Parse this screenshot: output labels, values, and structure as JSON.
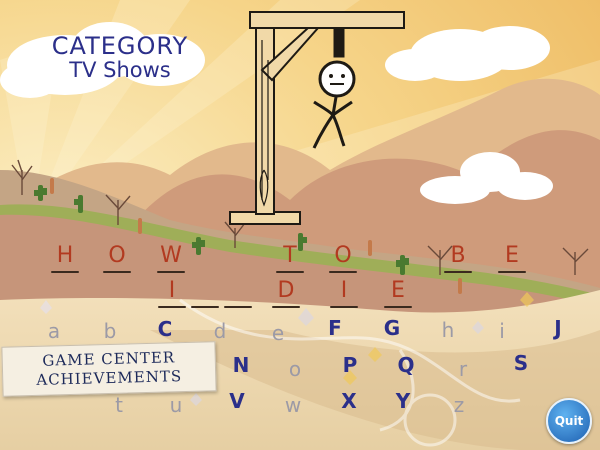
{
  "category": {
    "title": "CATEGORY",
    "value": "TV Shows"
  },
  "puzzle": {
    "line1": [
      {
        "slot": "H",
        "show": true
      },
      {
        "slot": "O",
        "show": true
      },
      {
        "slot": "W",
        "show": true
      },
      {
        "slot": "T",
        "show": true
      },
      {
        "slot": "O",
        "show": true
      },
      {
        "slot": "B",
        "show": true
      },
      {
        "slot": "E",
        "show": true
      }
    ],
    "line2": [
      {
        "slot": "I",
        "show": true
      },
      {
        "slot": "",
        "show": false
      },
      {
        "slot": "",
        "show": false
      },
      {
        "slot": "D",
        "show": true
      },
      {
        "slot": "I",
        "show": true
      },
      {
        "slot": "E",
        "show": true
      }
    ]
  },
  "keyboard": {
    "keys": [
      {
        "letter": "a",
        "state": "used"
      },
      {
        "letter": "b",
        "state": "used"
      },
      {
        "letter": "C",
        "state": "avail"
      },
      {
        "letter": "d",
        "state": "used"
      },
      {
        "letter": "e",
        "state": "used"
      },
      {
        "letter": "F",
        "state": "avail"
      },
      {
        "letter": "G",
        "state": "avail"
      },
      {
        "letter": "h",
        "state": "used"
      },
      {
        "letter": "i",
        "state": "used"
      },
      {
        "letter": "J",
        "state": "avail"
      },
      {
        "letter": "N",
        "state": "avail"
      },
      {
        "letter": "o",
        "state": "used"
      },
      {
        "letter": "P",
        "state": "avail"
      },
      {
        "letter": "Q",
        "state": "avail"
      },
      {
        "letter": "r",
        "state": "used"
      },
      {
        "letter": "S",
        "state": "avail"
      },
      {
        "letter": "t",
        "state": "used"
      },
      {
        "letter": "u",
        "state": "used"
      },
      {
        "letter": "V",
        "state": "avail"
      },
      {
        "letter": "w",
        "state": "used"
      },
      {
        "letter": "X",
        "state": "avail"
      },
      {
        "letter": "Y",
        "state": "avail"
      },
      {
        "letter": "z",
        "state": "used"
      }
    ]
  },
  "banner": {
    "line1": "GAME CENTER",
    "line2": "ACHIEVEMENTS"
  },
  "quit": {
    "label": "Quit"
  },
  "colors": {
    "avail": "#2b2f8a",
    "used": "#9c9aa6",
    "revealed": "#b23a20",
    "quit": "#2a7bd0"
  }
}
